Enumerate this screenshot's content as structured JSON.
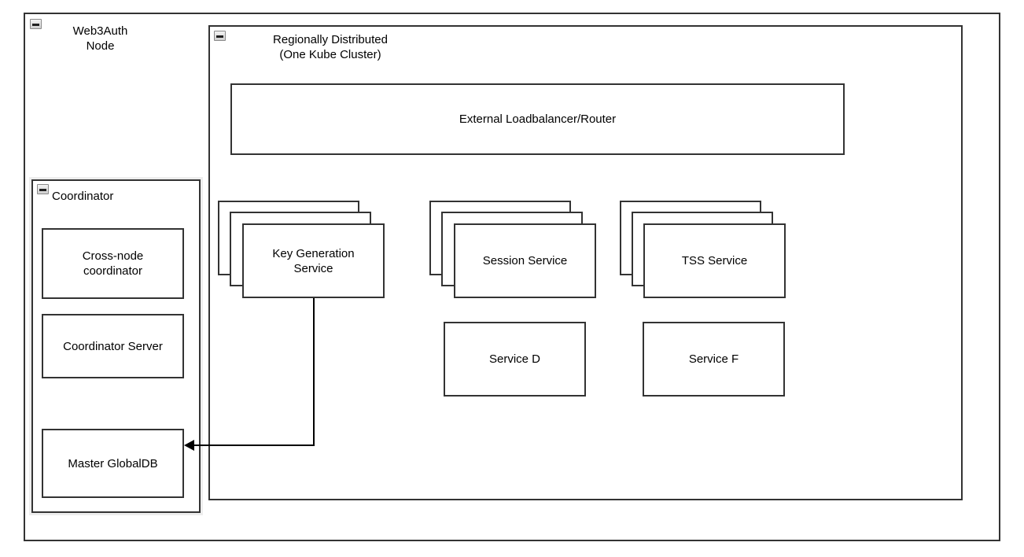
{
  "diagram": {
    "title": "Web3Auth Node architecture",
    "background": "#ffffff",
    "stroke_color": "#333333",
    "text_color": "#000000",
    "edge_color": "#000000"
  },
  "outer_container": {
    "label": "Web3Auth\nNode",
    "collapse_icon": "collapse-minus-icon"
  },
  "cluster_container": {
    "label": "Regionally Distributed\n(One Kube Cluster)",
    "collapse_icon": "collapse-minus-icon"
  },
  "coordinator_container": {
    "label": "Coordinator",
    "collapse_icon": "collapse-minus-icon",
    "children": [
      {
        "label": "Cross-node\ncoordinator"
      },
      {
        "label": "Coordinator Server"
      },
      {
        "label": "Master GlobalDB"
      }
    ]
  },
  "loadbalancer": {
    "label": "External Loadbalancer/Router"
  },
  "stacked_services": [
    {
      "label": "Key Generation\nService",
      "stack_count": 3
    },
    {
      "label": "Session Service",
      "stack_count": 3
    },
    {
      "label": "TSS Service",
      "stack_count": 3
    }
  ],
  "plain_services": [
    {
      "label": "Service D"
    },
    {
      "label": "Service F"
    }
  ],
  "connector": {
    "from": "Key Generation Service",
    "to": "Master GlobalDB",
    "arrow_direction": "left"
  }
}
